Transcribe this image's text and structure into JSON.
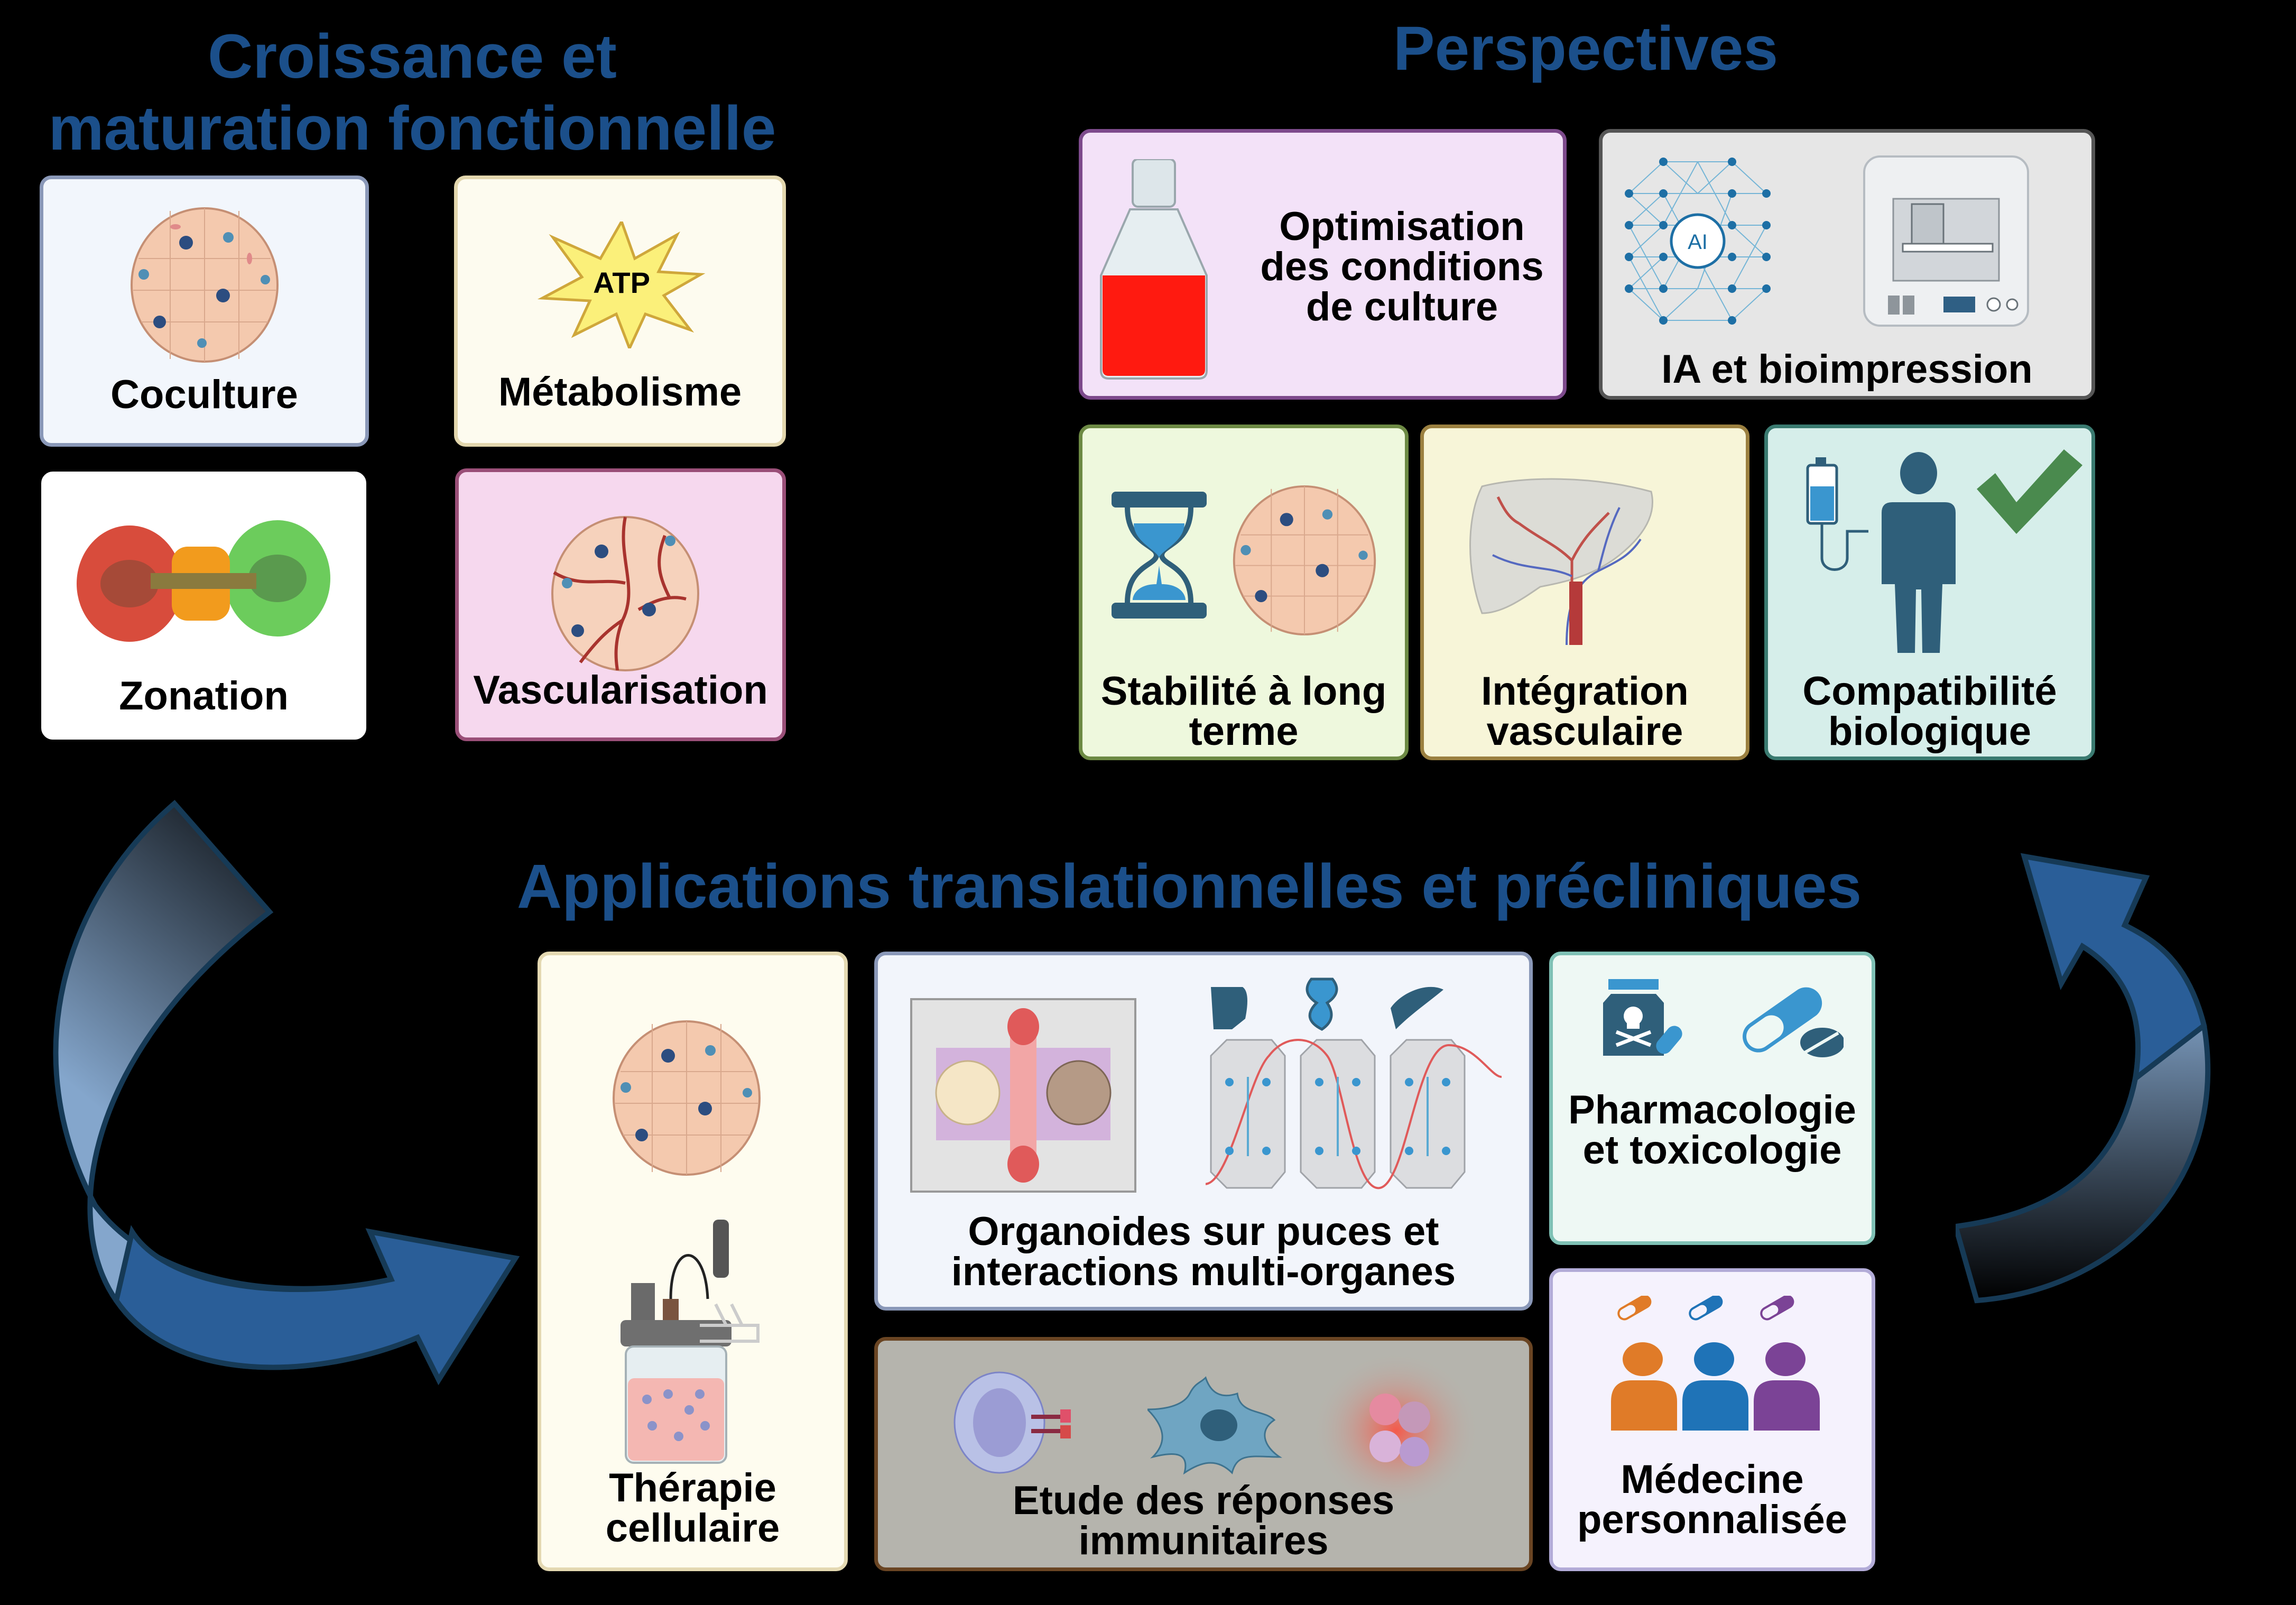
{
  "sections": {
    "growth": {
      "title_line1": "Croissance et",
      "title_line2": "maturation fonctionnelle",
      "cards": [
        {
          "label": "Coculture",
          "icon": "organoid-icon"
        },
        {
          "label": "Métabolisme",
          "icon": "atp-burst-icon",
          "icon_text": "ATP"
        },
        {
          "label": "Zonation",
          "icon": "zonation-organoid-icon"
        },
        {
          "label": "Vascularisation",
          "icon": "vascularized-organoid-icon"
        }
      ]
    },
    "perspectives": {
      "title": "Perspectives",
      "cards": [
        {
          "label_line1": "Optimisation",
          "label_line2": "des conditions",
          "label_line3": "de culture",
          "icon": "culture-flask-icon"
        },
        {
          "label": "IA et bioimpression",
          "icon": "neural-network-icon",
          "icon_text": "AI",
          "icon2": "bioprinter-icon"
        },
        {
          "label_line1": "Stabilité à long",
          "label_line2": "terme",
          "icon": "hourglass-icon",
          "icon2": "organoid-icon"
        },
        {
          "label_line1": "Intégration",
          "label_line2": "vasculaire",
          "icon": "liver-vasculature-icon"
        },
        {
          "label_line1": "Compatibilité",
          "label_line2": "biologique",
          "icon": "iv-bag-icon",
          "icon2": "person-icon",
          "icon3": "checkmark-icon"
        }
      ]
    },
    "applications": {
      "title": "Applications translationnelles et précliniques",
      "cards": [
        {
          "label_line1": "Thérapie",
          "label_line2": "cellulaire",
          "icon": "organoid-icon",
          "icon2": "bioreactor-icon"
        },
        {
          "label_line1": "Organoides sur puces et",
          "label_line2": "interactions multi-organes",
          "icon": "organ-chip-icon",
          "icon2": "multi-organ-chip-icon"
        },
        {
          "label_line1": "Pharmacologie",
          "label_line2": "et toxicologie",
          "icon": "poison-bottle-icon",
          "icon2": "capsule-pill-icon"
        },
        {
          "label_line1": "Etude des réponses",
          "label_line2": "immunitaires",
          "icon": "t-cell-icon",
          "icon2": "dendritic-cell-icon",
          "icon3": "inflammation-cells-icon"
        },
        {
          "label_line1": "Médecine",
          "label_line2": "personnalisée",
          "icon": "patients-pills-icon"
        }
      ]
    }
  },
  "colors": {
    "title": "#1b4f8a",
    "arrow": "#2a5e98",
    "coculture_bg": "#f2f6fc",
    "coculture_border": "#8a98b8",
    "metabolism_bg": "#fdfbef",
    "metabolism_border": "#e2d6ad",
    "zonation_bg": "#ffffff",
    "vascular_bg": "#f6d8ee",
    "vascular_border": "#9a4f78",
    "optim_bg": "#f3e2f8",
    "optim_border": "#7d4a8c",
    "ia_bg": "#e6e6e6",
    "ia_border": "#555555",
    "stability_bg": "#eef8dd",
    "stability_border": "#6d8a44",
    "integration_bg": "#f7f5d8",
    "integration_border": "#9b8040",
    "compat_bg": "#d6eeea",
    "compat_border": "#3a7a70",
    "therapy_bg": "#fefcef",
    "therapy_border": "#e4d9b2",
    "chips_bg": "#f2f5fb",
    "chips_border": "#8a98b8",
    "immune_bg": "#b5b4ad",
    "immune_border": "#6a4523",
    "pharma_bg": "#eef8f4",
    "pharma_border": "#7fc1b5",
    "medicine_bg": "#f5f2fd",
    "medicine_border": "#b3acd8"
  }
}
